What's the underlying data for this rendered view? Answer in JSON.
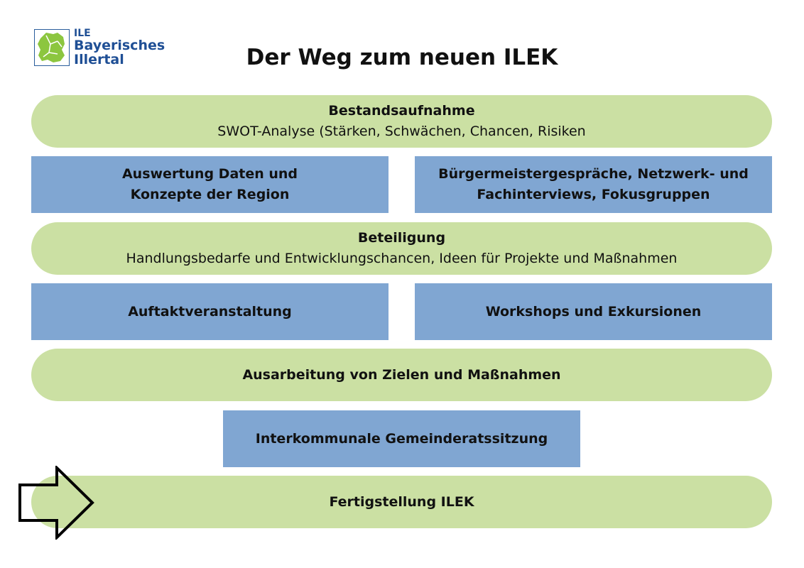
{
  "logo": {
    "line1": "ILE",
    "line2": "Bayerisches",
    "line3": "Illertal"
  },
  "title": "Der Weg zum neuen ILEK",
  "steps": [
    {
      "title": "Bestandsaufnahme",
      "subtitle": "SWOT-Analyse (Stärken, Schwächen, Chancen, Risiken"
    },
    {
      "left_line1": "Auswertung Daten und",
      "left_line2": "Konzepte der Region",
      "right_line1": "Bürgermeistergespräche, Netzwerk- und",
      "right_line2": "Fachinterviews, Fokusgruppen"
    },
    {
      "title": "Beteiligung",
      "subtitle": "Handlungsbedarfe und Entwicklungschancen, Ideen für Projekte und Maßnahmen"
    },
    {
      "left": "Auftaktveranstaltung",
      "right": "Workshops und Exkursionen"
    },
    {
      "title": "Ausarbeitung von Zielen und Maßnahmen"
    },
    {
      "title": "Interkommunale Gemeinderatssitzung"
    },
    {
      "title": "Fertigstellung ILEK"
    }
  ],
  "colors": {
    "pill": "#cbe0a3",
    "box": "#80a6d2",
    "logo_blue": "#1f4f95",
    "logo_green": "#8cc63f"
  },
  "icons": {
    "logo_map": "region-map-icon",
    "pointer": "right-arrow-icon"
  }
}
